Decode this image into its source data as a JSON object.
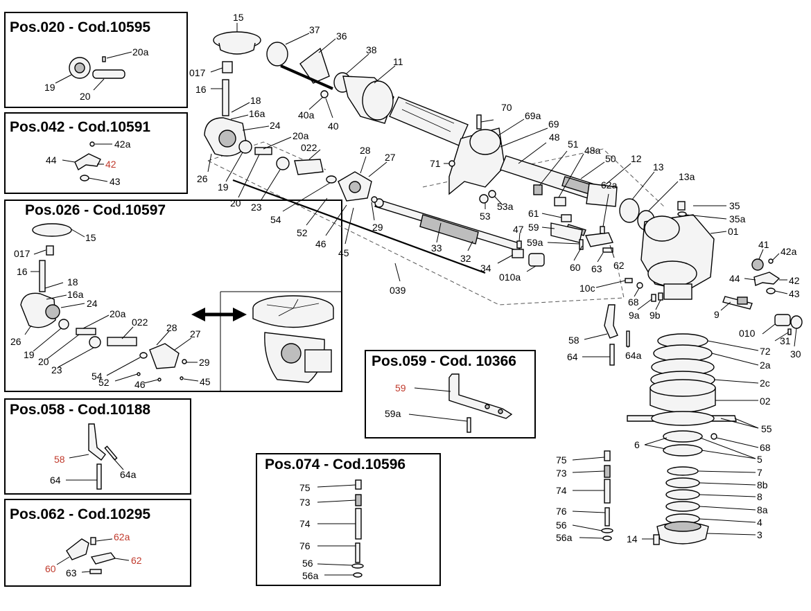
{
  "diagram": {
    "accent_red": "#c0392b",
    "boxes": {
      "b020": {
        "title": "Pos.020 - Cod.10595",
        "labels": [
          "20a",
          "19",
          "20"
        ]
      },
      "b042": {
        "title": "Pos.042 - Cod.10591",
        "labels": [
          "42a",
          "44",
          "42",
          "43"
        ]
      },
      "b026": {
        "title": "Pos.026 - Cod.10597",
        "labels": [
          "15",
          "017",
          "16",
          "18",
          "16a",
          "24",
          "20a",
          "022",
          "26",
          "19",
          "20",
          "23",
          "28",
          "27",
          "29",
          "54",
          "52",
          "46",
          "45"
        ]
      },
      "b058": {
        "title": "Pos.058 - Cod.10188",
        "labels": [
          "58",
          "64a",
          "64"
        ]
      },
      "b062": {
        "title": "Pos.062 - Cod.10295",
        "labels": [
          "62a",
          "60",
          "62",
          "63"
        ]
      },
      "b059": {
        "title": "Pos.059 - Cod. 10366",
        "labels": [
          "59",
          "59a"
        ]
      },
      "b074": {
        "title": "Pos.074 - Cod.10596",
        "labels": [
          "75",
          "73",
          "74",
          "76",
          "56",
          "56a"
        ]
      }
    },
    "main_labels": [
      "15",
      "37",
      "36",
      "38",
      "11",
      "017",
      "16",
      "18",
      "16a",
      "24",
      "20a",
      "26",
      "19",
      "20",
      "23",
      "022",
      "28",
      "27",
      "54",
      "52",
      "46",
      "45",
      "29",
      "33",
      "32",
      "34",
      "010a",
      "039",
      "47",
      "70",
      "69a",
      "69",
      "48",
      "51",
      "48a",
      "50",
      "12",
      "13",
      "13a",
      "71",
      "40a",
      "40",
      "53",
      "53a",
      "61",
      "59",
      "59a",
      "60",
      "63",
      "62",
      "62a",
      "35",
      "35a",
      "01",
      "41",
      "42a",
      "44",
      "42",
      "43",
      "10c",
      "68",
      "9a",
      "9b",
      "9",
      "010",
      "31",
      "30",
      "58",
      "64",
      "64a",
      "72",
      "2a",
      "2c",
      "02",
      "55",
      "68",
      "6",
      "5",
      "7",
      "8b",
      "8",
      "8a",
      "4",
      "3",
      "75",
      "73",
      "74",
      "76",
      "56",
      "56a",
      "14"
    ]
  }
}
